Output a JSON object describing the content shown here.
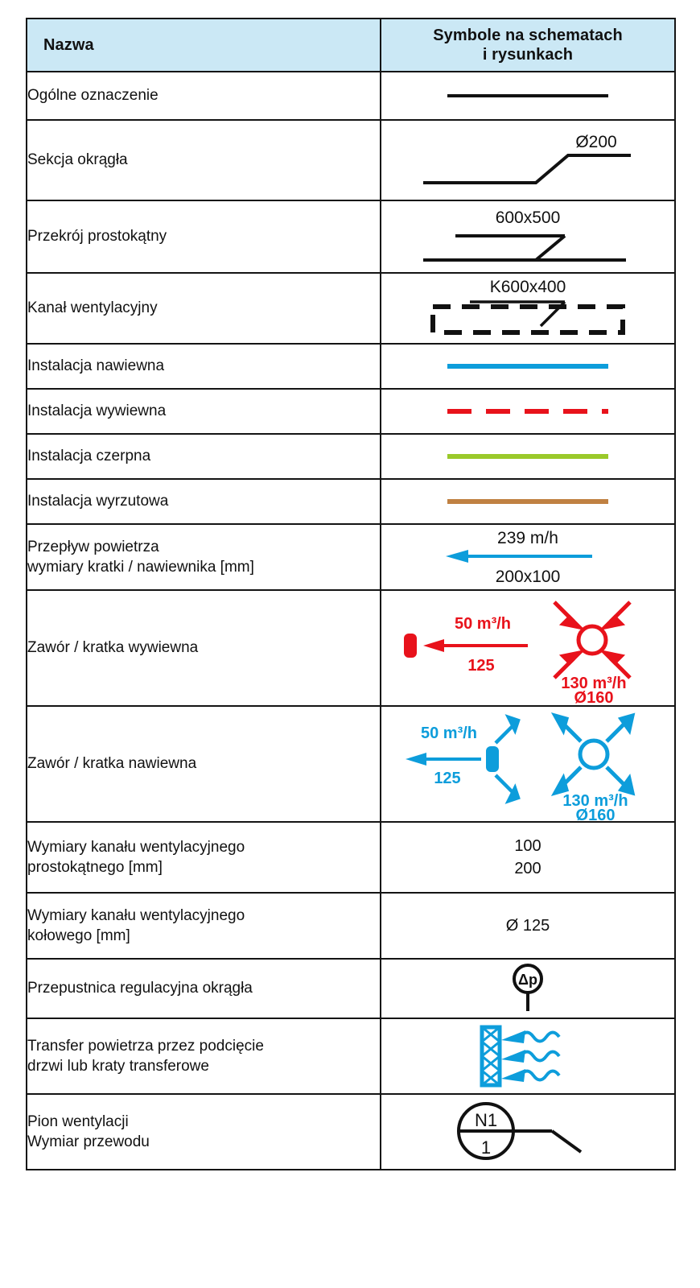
{
  "table": {
    "header": {
      "col_name": "Nazwa",
      "col_symbol_line1": "Symbole na schematach",
      "col_symbol_line2": "i rysunkach"
    },
    "colors": {
      "header_bg": "#cbe8f5",
      "border": "#141414",
      "supply_blue": "#0d9ddb",
      "exhaust_red": "#e8121b",
      "intake_green": "#9ac92a",
      "discharge_brown": "#c08142",
      "ink_black": "#111111"
    },
    "rows": [
      {
        "name_line1": "Ogólne oznaczenie",
        "name_line2": "",
        "symbol_kind": "plain-line",
        "labels": {}
      },
      {
        "name_line1": "Sekcja okrągła",
        "name_line2": "",
        "symbol_kind": "round-section",
        "labels": {
          "size": "Ø200"
        }
      },
      {
        "name_line1": "Przekrój prostokątny",
        "name_line2": "",
        "symbol_kind": "rect-section",
        "labels": {
          "size": "600x500"
        }
      },
      {
        "name_line1": "Kanał wentylacyjny",
        "name_line2": "",
        "symbol_kind": "dashed-duct",
        "labels": {
          "size": "K600x400"
        }
      },
      {
        "name_line1": "Instalacja nawiewna",
        "name_line2": "",
        "symbol_kind": "solid-blue-line",
        "labels": {}
      },
      {
        "name_line1": "Instalacja wywiewna",
        "name_line2": "",
        "symbol_kind": "dashed-red-line",
        "labels": {}
      },
      {
        "name_line1": "Instalacja czerpna",
        "name_line2": "",
        "symbol_kind": "solid-green-line",
        "labels": {}
      },
      {
        "name_line1": "Instalacja wyrzutowa",
        "name_line2": "",
        "symbol_kind": "solid-brown-line",
        "labels": {}
      },
      {
        "name_line1": "Przepływ powietrza",
        "name_line2": "wymiary kratki / nawiewnika [mm]",
        "symbol_kind": "flow-arrow",
        "labels": {
          "flow": "239 m/h",
          "size": "200x100"
        }
      },
      {
        "name_line1": "Zawór / kratka wywiewna",
        "name_line2": "",
        "symbol_kind": "exhaust-valve",
        "labels": {
          "duct_flow": "50 m³/h",
          "duct_size": "125",
          "valve_flow": "130 m³/h",
          "valve_size": "Ø160"
        }
      },
      {
        "name_line1": "Zawór / kratka nawiewna",
        "name_line2": "",
        "symbol_kind": "supply-valve",
        "labels": {
          "duct_flow": "50 m³/h",
          "duct_size": "125",
          "valve_flow": "130 m³/h",
          "valve_size": "Ø160"
        }
      },
      {
        "name_line1": "Wymiary kanału wentylacyjnego",
        "name_line2": "prostokątnego [mm]",
        "symbol_kind": "text-two-lines",
        "labels": {
          "line1": "100",
          "line2": "200"
        }
      },
      {
        "name_line1": "Wymiary kanału wentylacyjnego",
        "name_line2": "kołowego [mm]",
        "symbol_kind": "text-one-line",
        "labels": {
          "line1": "Ø 125"
        }
      },
      {
        "name_line1": "Przepustnica regulacyjna okrągła",
        "name_line2": "",
        "symbol_kind": "damper",
        "labels": {
          "mark": "Δp"
        }
      },
      {
        "name_line1": "Transfer powietrza przez podcięcie",
        "name_line2": "drzwi lub kraty transferowe",
        "symbol_kind": "transfer-grille",
        "labels": {}
      },
      {
        "name_line1": "Pion wentylacji",
        "name_line2": "Wymiar przewodu",
        "symbol_kind": "riser",
        "labels": {
          "top": "N1",
          "bottom": "1"
        }
      }
    ]
  }
}
